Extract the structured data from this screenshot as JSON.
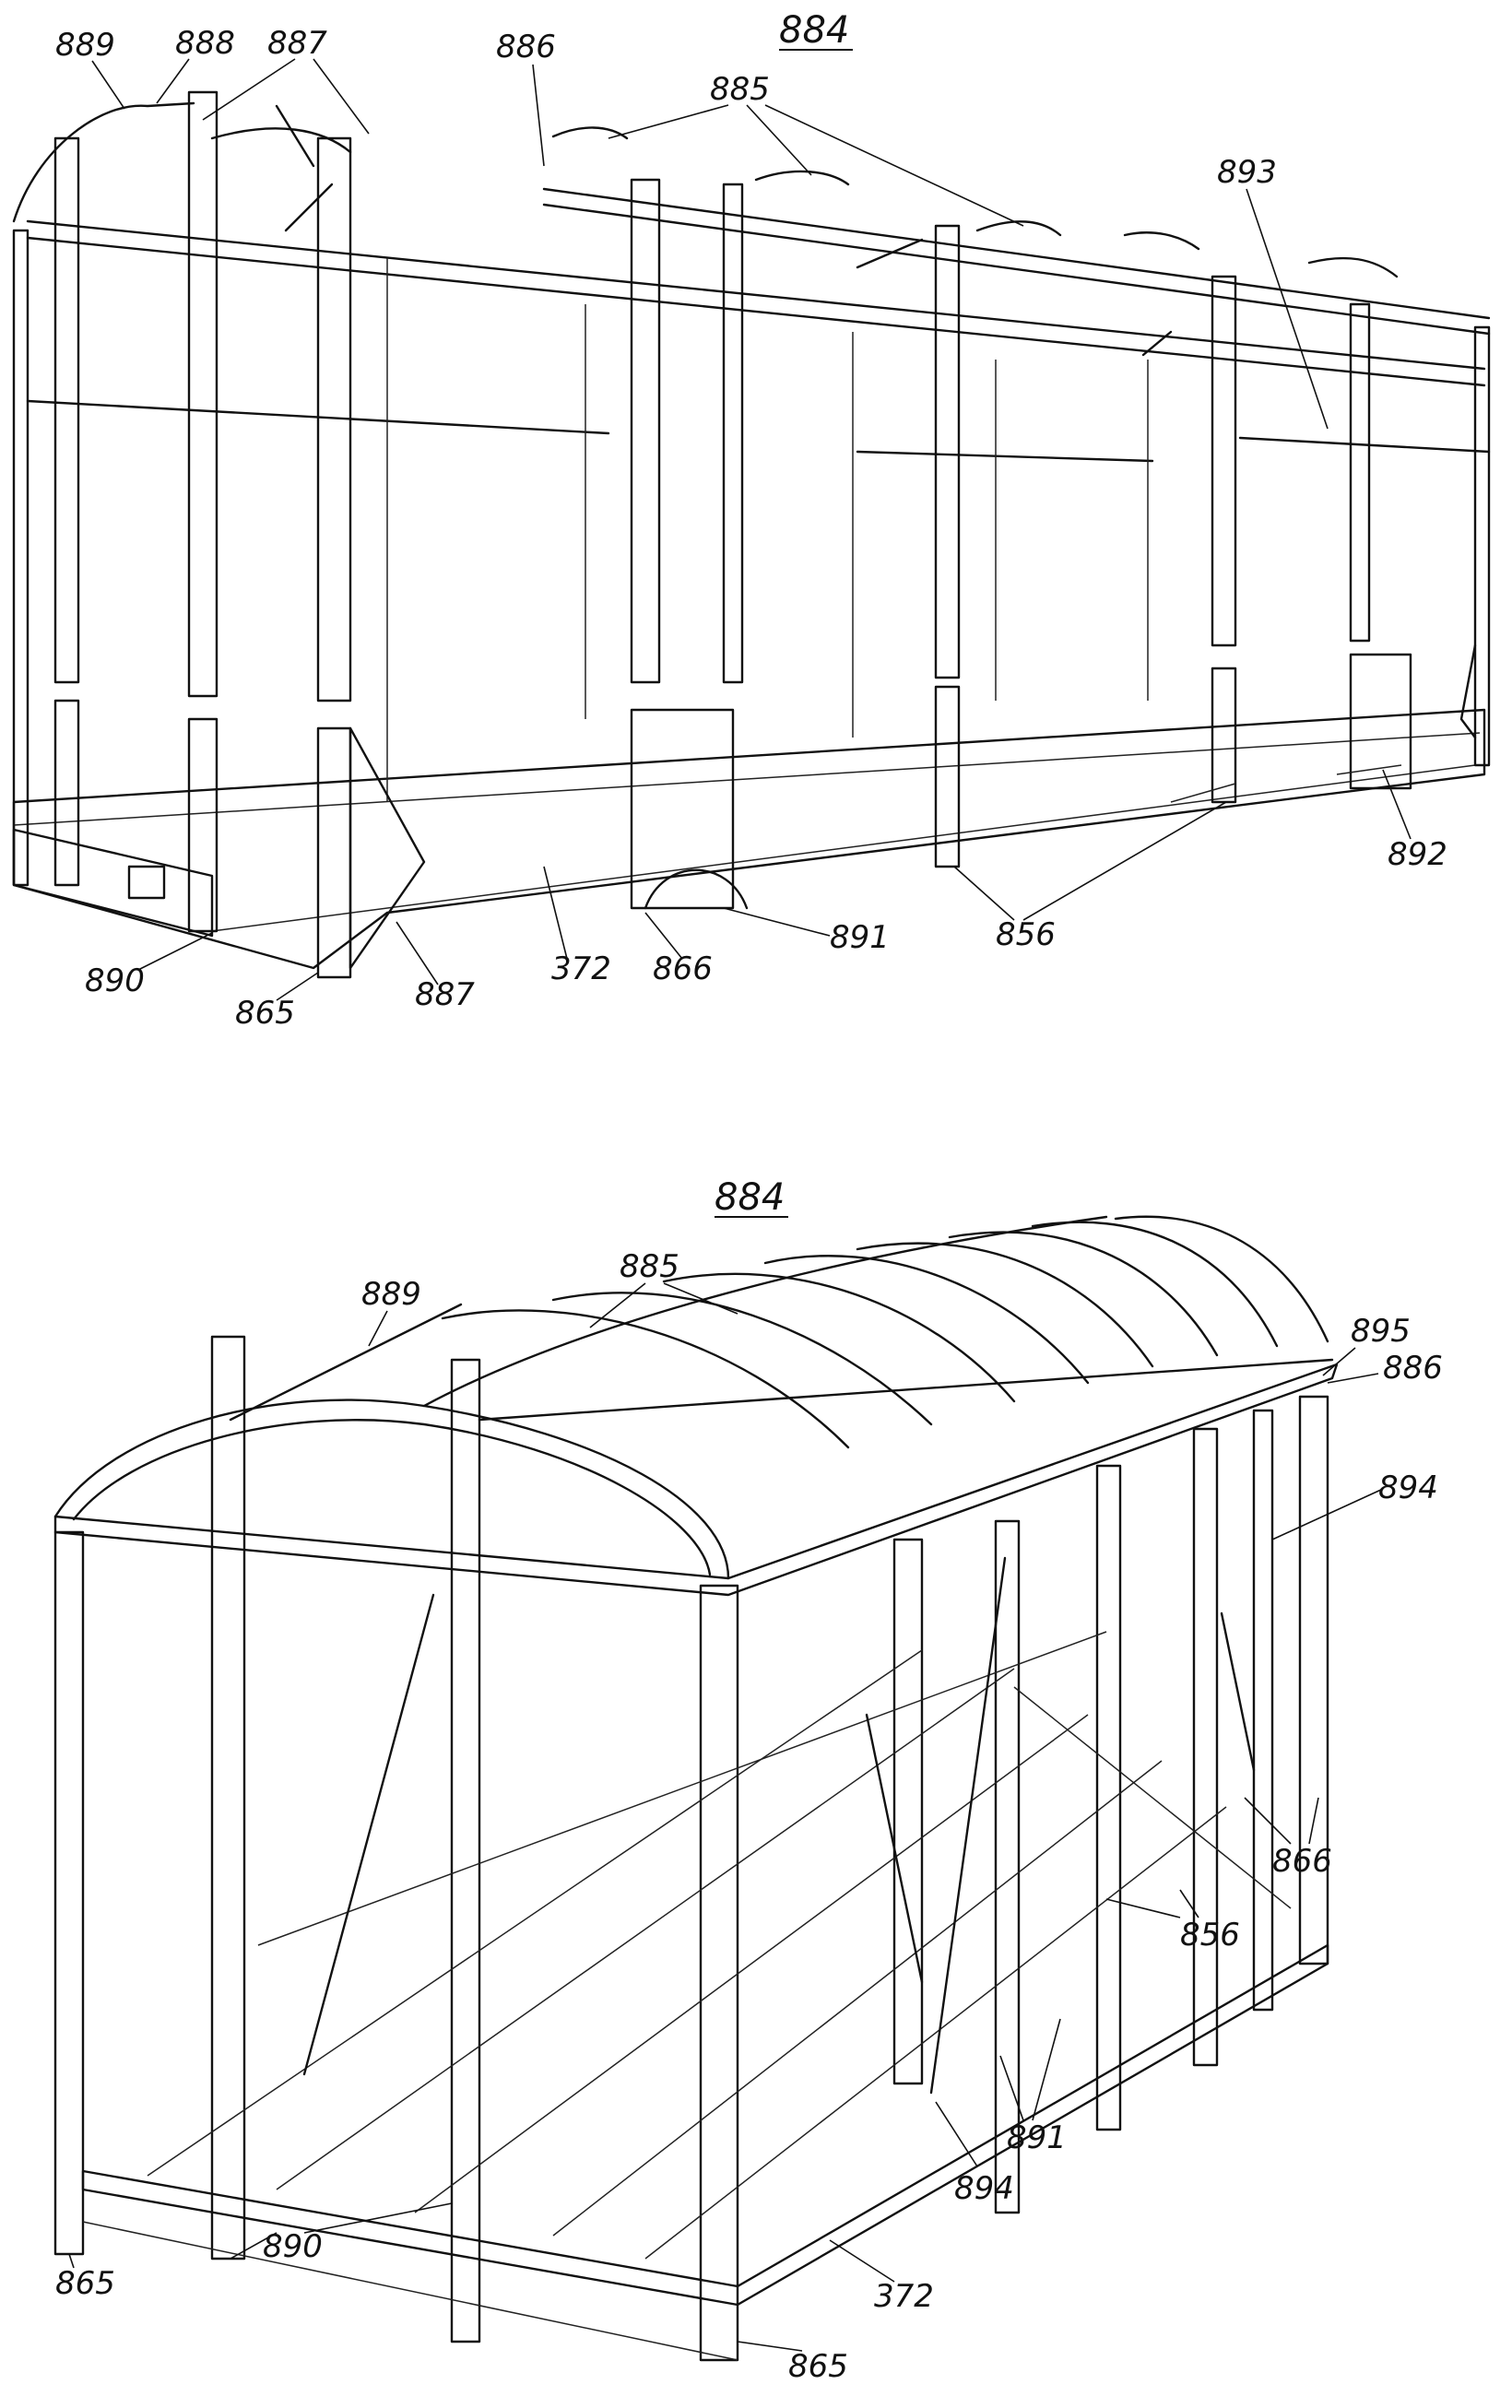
{
  "figure_top": {
    "title": "884",
    "labels": {
      "l889": "889",
      "l888": "888",
      "l887a": "887",
      "l886": "886",
      "l885": "885",
      "l893": "893",
      "l892": "892",
      "l856": "856",
      "l891": "891",
      "l866": "866",
      "l372": "372",
      "l887b": "887",
      "l865": "865",
      "l890": "890"
    }
  },
  "figure_bottom": {
    "title": "884",
    "labels": {
      "l889": "889",
      "l885": "885",
      "l895": "895",
      "l886": "886",
      "l894a": "894",
      "l866": "866",
      "l856": "856",
      "l891": "891",
      "l894b": "894",
      "l372": "372",
      "l865a": "865",
      "l890": "890",
      "l865b": "865"
    }
  }
}
